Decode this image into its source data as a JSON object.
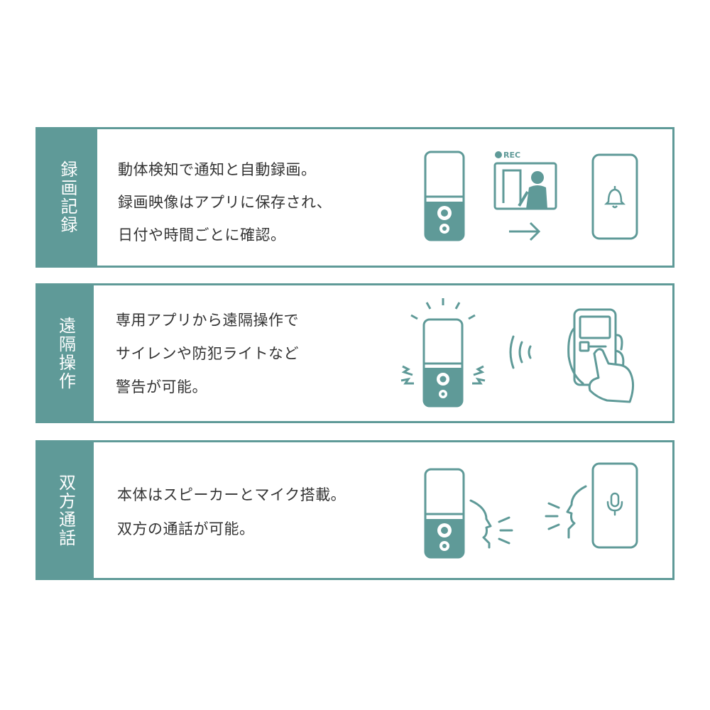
{
  "colors": {
    "accent": "#5f9a98",
    "background": "#ffffff",
    "text": "#333333"
  },
  "panels": [
    {
      "label": "録画記録",
      "lines": [
        "動体検知で通知と自動録画。",
        "録画映像はアプリに保存され、",
        "日付や時間ごとに確認。"
      ],
      "rec_label": "REC",
      "icons": [
        "doorbell-camera-icon",
        "recording-monitor-icon",
        "arrow-right-icon",
        "smartphone-bell-icon"
      ]
    },
    {
      "label": "遠隔操作",
      "lines": [
        "専用アプリから遠隔操作で",
        "サイレンや防犯ライトなど",
        "警告が可能。"
      ],
      "icons": [
        "alarm-doorbell-icon",
        "wireless-signal-icon",
        "hand-phone-icon"
      ]
    },
    {
      "label": "双方通話",
      "lines": [
        "本体はスピーカーとマイク搭載。",
        "双方の通話が可能。"
      ],
      "icons": [
        "doorbell-camera-icon",
        "speaking-face-icon",
        "speaking-face-icon",
        "smartphone-mic-icon"
      ]
    }
  ]
}
